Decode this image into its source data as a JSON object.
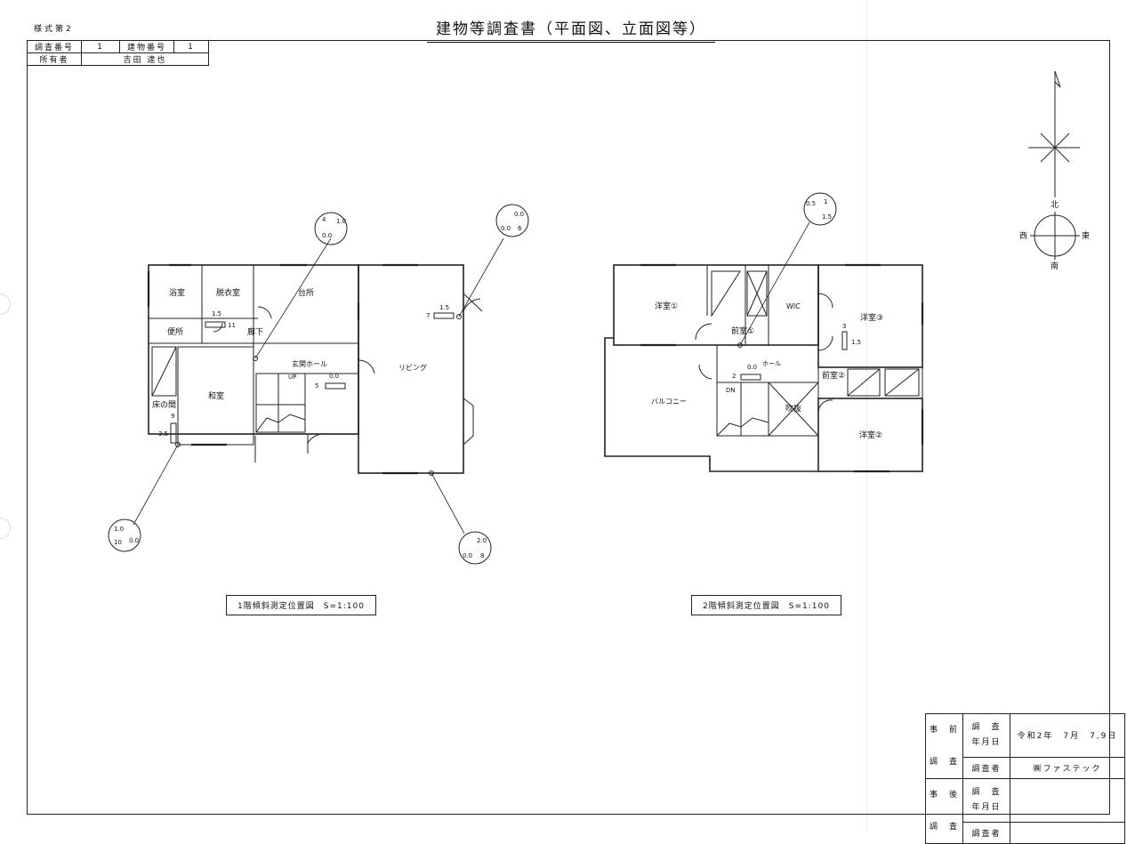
{
  "header": {
    "form_label": "様式第2",
    "title": "建物等調査書（平面図、立面図等）"
  },
  "info": {
    "survey_no_label": "調査番号",
    "survey_no": "1",
    "building_no_label": "建物番号",
    "building_no": "1",
    "owner_label": "所有者",
    "owner": "吉田 達也"
  },
  "compass": {
    "north": "北",
    "south": "南",
    "east": "東",
    "west": "西"
  },
  "floor1": {
    "caption": "1階傾斜測定位置図　S=1:100",
    "rooms": {
      "bath": "浴室",
      "dressing": "脱衣室",
      "kitchen": "台所",
      "toilet": "便所",
      "corridor": "廊下",
      "hall": "玄関ホール",
      "living": "リビング",
      "washitsu": "和室",
      "tokonoma": "床の間",
      "up": "UP"
    },
    "points": {
      "p4": {
        "no": "4",
        "a": "1.0",
        "b": "0.0"
      },
      "p6": {
        "no": "6",
        "a": "0.0",
        "b": "0.0"
      },
      "p7": {
        "no": "7",
        "a": "1.5"
      },
      "p11": {
        "no": "11",
        "a": "1.5"
      },
      "p5": {
        "no": "5",
        "a": "0.0"
      },
      "p9": {
        "no": "9",
        "a": "3.5"
      },
      "p10": {
        "no": "10",
        "a": "1.0",
        "b": "0.0"
      },
      "p8": {
        "no": "8",
        "a": "2.0",
        "b": "0.0"
      }
    }
  },
  "floor2": {
    "caption": "2階傾斜測定位置図　S=1:100",
    "rooms": {
      "west1": "洋室①",
      "wic": "WIC",
      "west3": "洋室③",
      "front1": "前室①",
      "hall": "ホール",
      "front2": "前室②",
      "balcony": "バルコニー",
      "void": "吹抜",
      "west2": "洋室②",
      "dn": "DN"
    },
    "points": {
      "p1": {
        "no": "1",
        "a": "0.5",
        "b": "1.5"
      },
      "p2": {
        "no": "2",
        "a": "0.0"
      },
      "p3": {
        "no": "3",
        "a": "1.5"
      }
    }
  },
  "signoff": {
    "pre": "事　前",
    "survey": "調　査",
    "post": "事　後",
    "date_label_top": "調　査",
    "date_label_bottom": "年月日",
    "surveyor_label": "調査者",
    "pre_date": "令和2年　7月　7,9日",
    "pre_surveyor": "㈱ファステック",
    "post_date": "",
    "post_surveyor": ""
  }
}
